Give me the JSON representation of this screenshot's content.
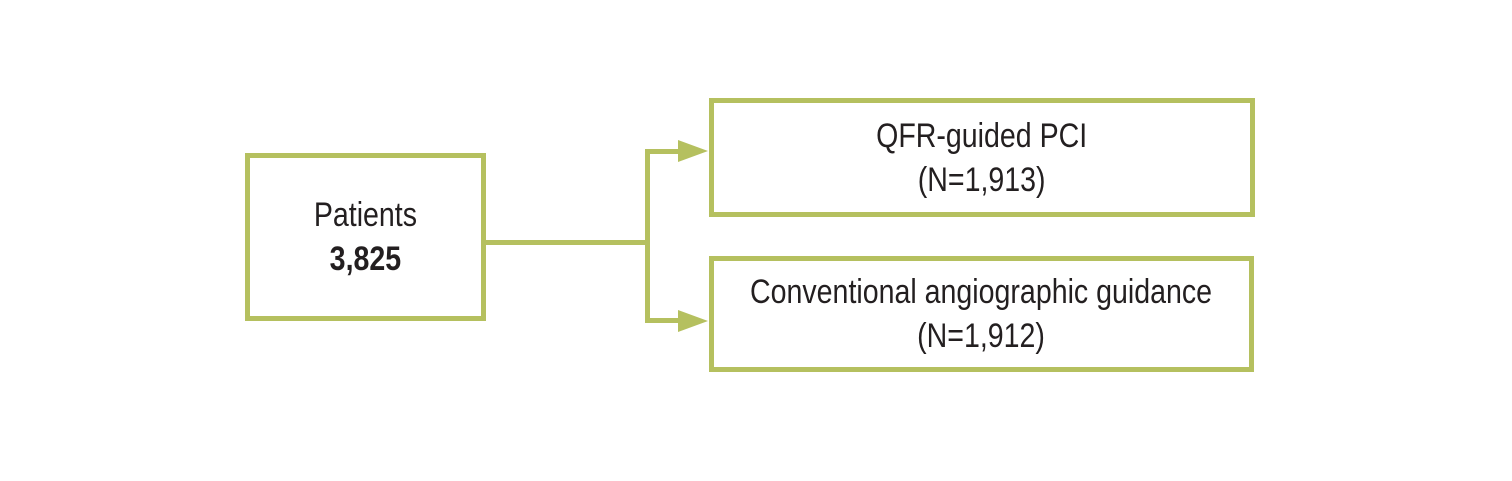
{
  "diagram": {
    "type": "flowchart",
    "background_color": "#ffffff",
    "accent_color": "#b5c05f",
    "text_color": "#231f20",
    "nodes": {
      "patients": {
        "title": "Patients",
        "count": "3,825"
      },
      "qfr_guided": {
        "line1": "QFR-guided PCI",
        "line2": "(N=1,913)"
      },
      "conventional": {
        "line1": "Conventional angiographic guidance",
        "line2": "(N=1,912)"
      }
    }
  }
}
